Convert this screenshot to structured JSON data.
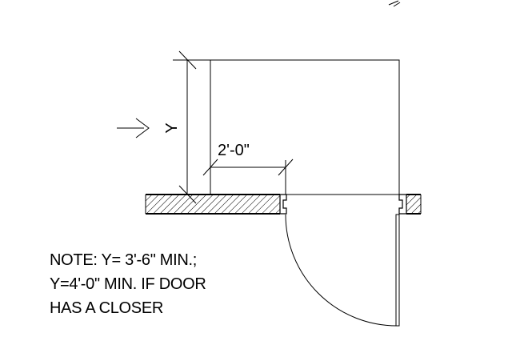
{
  "diagram": {
    "dimension_y_label": "Y",
    "dimension_width_label": "2'-0\"",
    "note_lines": [
      "NOTE: Y= 3'-6\" MIN.;",
      "Y=4'-0\" MIN. IF DOOR",
      "HAS A CLOSER"
    ]
  },
  "colors": {
    "line": "#000000",
    "background": "#ffffff"
  }
}
